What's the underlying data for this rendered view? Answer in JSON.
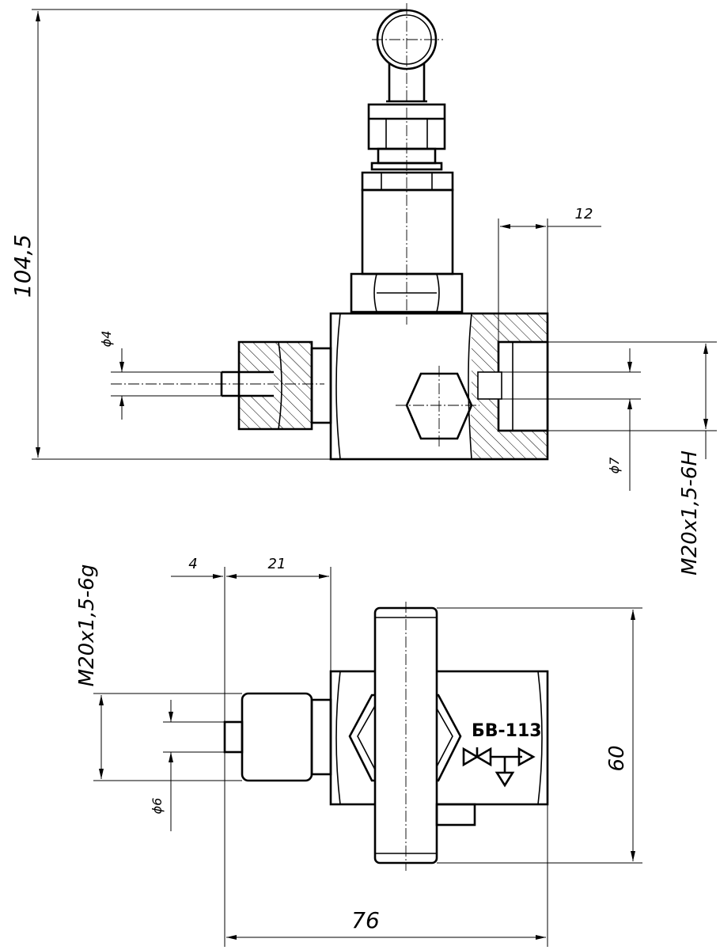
{
  "dimensions": {
    "overall_height": "104,5",
    "bore_small": "ϕ4",
    "right_offset": "12",
    "right_port_bore": "ϕ7",
    "right_port_thread": "M20x1,5-6H",
    "left_thread": "M20x1,5-6g",
    "left_offset_a": "4",
    "left_offset_b": "21",
    "left_bore": "ϕ6",
    "handle_length": "60",
    "overall_width": "76"
  },
  "labels": {
    "model": "БВ-113"
  }
}
